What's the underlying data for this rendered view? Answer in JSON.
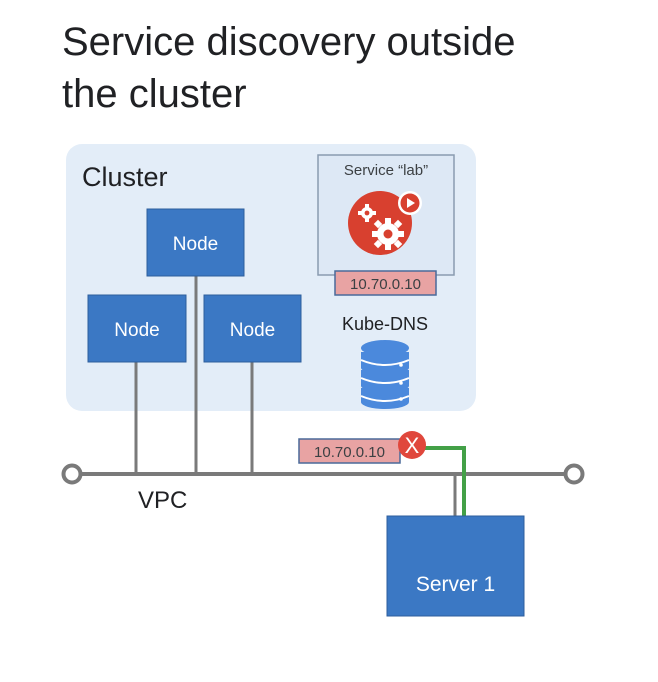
{
  "title": {
    "line1": "Service discovery outside",
    "line2": "the cluster"
  },
  "cluster": {
    "label": "Cluster"
  },
  "nodes": [
    {
      "label": "Node"
    },
    {
      "label": "Node"
    },
    {
      "label": "Node"
    }
  ],
  "service": {
    "label": "Service “lab”",
    "ip": "10.70.0.10",
    "icon": "gears-play-icon"
  },
  "kube_dns": {
    "label": "Kube-DNS",
    "icon": "database-icon"
  },
  "lookup": {
    "ip": "10.70.0.10",
    "status_icon": "x-icon",
    "status_mark": "X"
  },
  "network": {
    "label": "VPC"
  },
  "server": {
    "label": "Server 1"
  },
  "colors": {
    "cluster_bg": "#e3edf8",
    "node_fill": "#3b78c4",
    "ip_tag": "#e8a3a3",
    "red": "#e0473c",
    "green": "#43a047",
    "line": "#7a7a7a",
    "db_blue": "#4b89dc"
  }
}
